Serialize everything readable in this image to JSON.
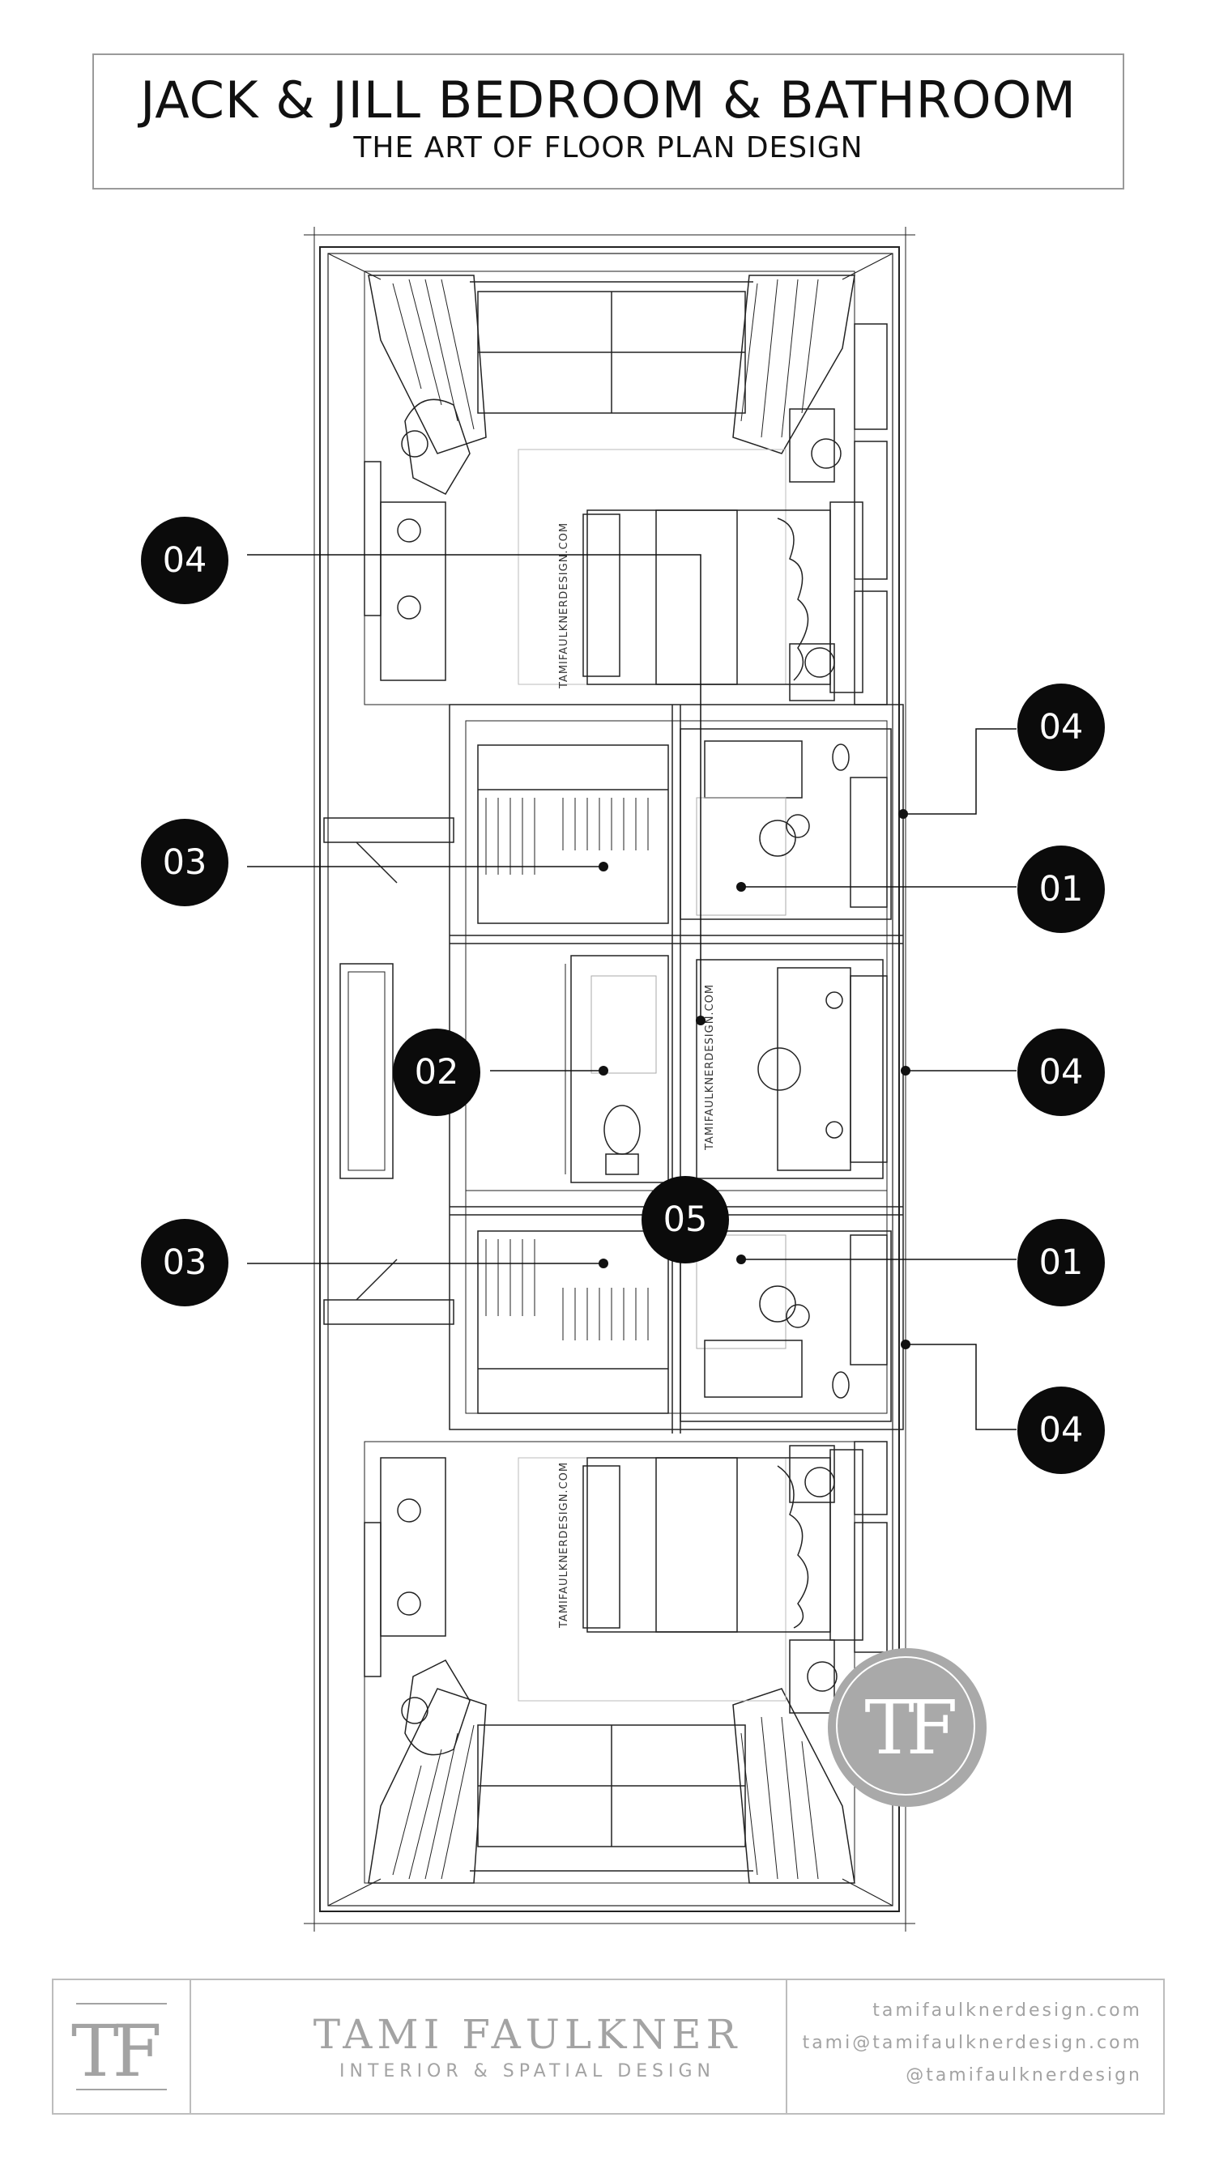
{
  "header": {
    "title": "JACK & JILL BEDROOM & BATHROOM",
    "subtitle": "THE ART OF FLOOR PLAN DESIGN"
  },
  "plan": {
    "watermark": "TAMIFAULKNERDESIGN.COM",
    "callouts": [
      {
        "label": "04"
      },
      {
        "label": "04"
      },
      {
        "label": "03"
      },
      {
        "label": "01"
      },
      {
        "label": "02"
      },
      {
        "label": "04"
      },
      {
        "label": "05"
      },
      {
        "label": "03"
      },
      {
        "label": "01"
      },
      {
        "label": "04"
      }
    ],
    "seal_text": "TF"
  },
  "footer": {
    "monogram": "TF",
    "brand_name": "TAMI FAULKNER",
    "tagline": "INTERIOR & SPATIAL DESIGN",
    "website": "tamifaulknerdesign.com",
    "email": "tami@tamifaulknerdesign.com",
    "social": "@tamifaulknerdesign"
  },
  "colors": {
    "ink": "#111111",
    "badge": "#0b0b0b",
    "brand_gray": "#a3a3a3"
  }
}
